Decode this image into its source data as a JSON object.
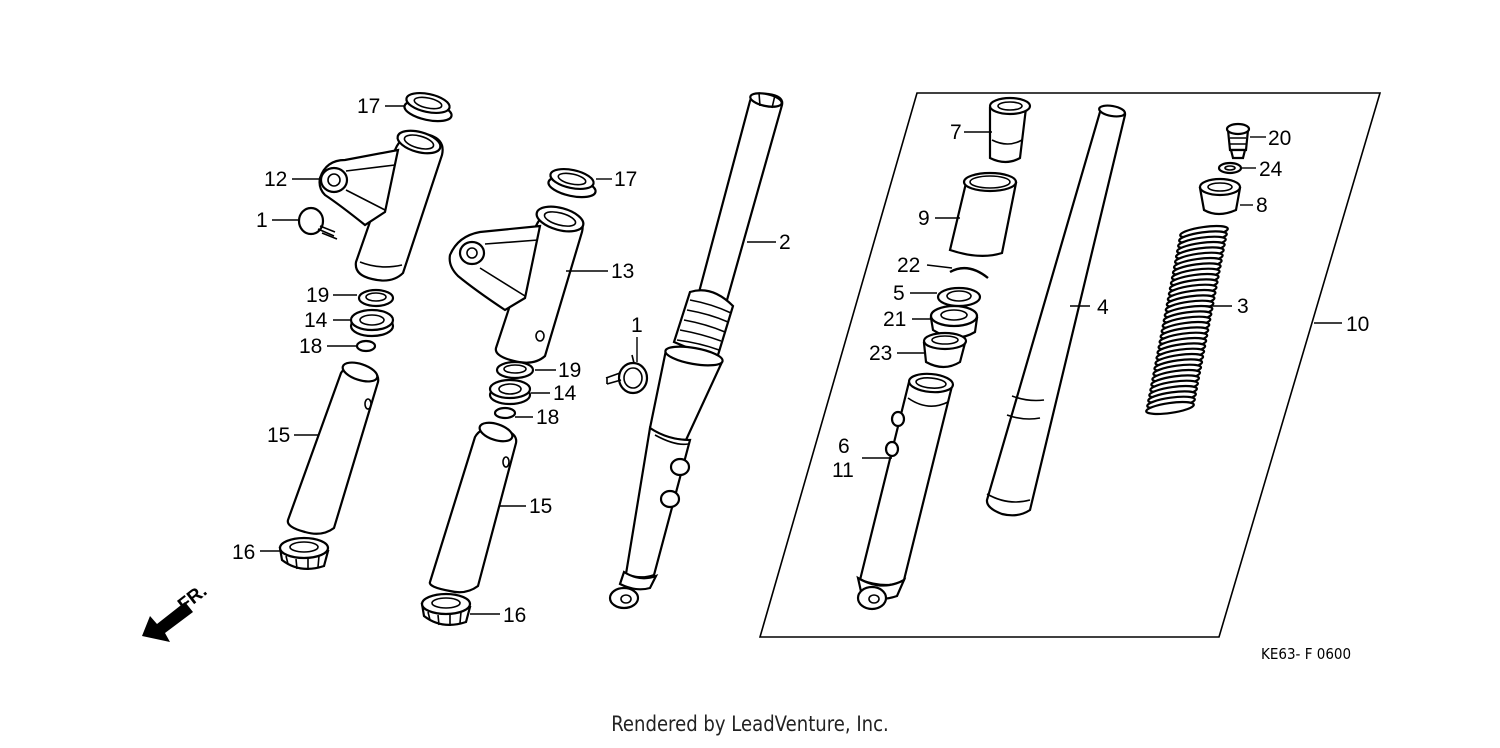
{
  "diagram": {
    "callouts": {
      "c1a": "1",
      "c1b": "1",
      "c2": "2",
      "c3": "3",
      "c4": "4",
      "c5": "5",
      "c6": "6",
      "c7": "7",
      "c8": "8",
      "c9": "9",
      "c10": "10",
      "c11": "11",
      "c12": "12",
      "c13": "13",
      "c14a": "14",
      "c14b": "14",
      "c15a": "15",
      "c15b": "15",
      "c16a": "16",
      "c16b": "16",
      "c17a": "17",
      "c17b": "17",
      "c18a": "18",
      "c18b": "18",
      "c19a": "19",
      "c19b": "19",
      "c20": "20",
      "c21": "21",
      "c22": "22",
      "c23": "23",
      "c24": "24"
    },
    "direction_label": "FR.",
    "diagram_code": "KE63- F 0600"
  },
  "footer": {
    "rendered_by": "Rendered by LeadVenture, Inc."
  }
}
